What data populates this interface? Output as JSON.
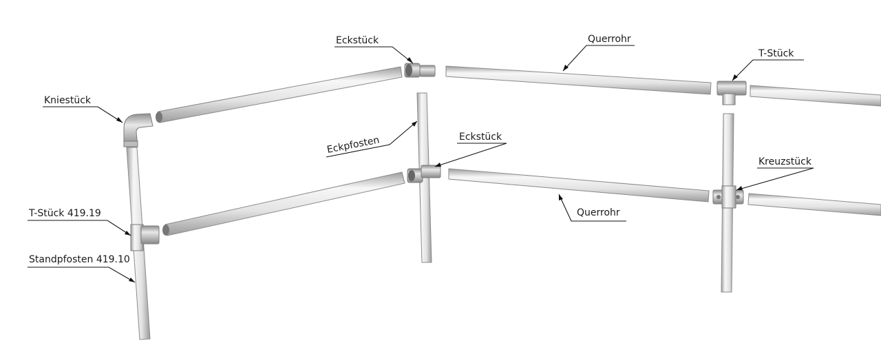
{
  "labels": {
    "eckstueck_top": "Eckstück",
    "querrohr_top": "Querrohr",
    "t_stueck_top": "T-Stück",
    "kniestueck": "Kniestück",
    "eckpfosten": "Eckpfosten",
    "eckstueck_mid": "Eckstück",
    "kreuzstueck": "Kreuzstück",
    "querrohr_bottom": "Querrohr",
    "t_stueck_419": "T-Stück 419.19",
    "standpfosten_419": "Standpfosten 419.10"
  },
  "colors": {
    "pipe_light": "#f7f7f7",
    "pipe_mid": "#d9d9d9",
    "pipe_dark": "#9c9c9c",
    "fitting": "#c8c8c8",
    "line": "#111111"
  }
}
